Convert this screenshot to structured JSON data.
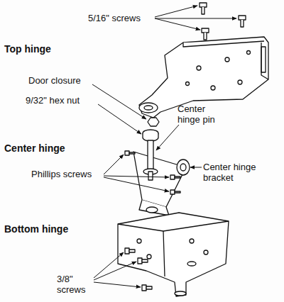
{
  "diagram": {
    "labels": [
      "5/16\" screws",
      "Top hinge",
      "Door closure",
      "9/32\" hex nut",
      "Center hinge pin",
      "Center hinge",
      "Center hinge bracket",
      "Phillips screws",
      "Bottom hinge",
      "3/8\" screws"
    ]
  }
}
